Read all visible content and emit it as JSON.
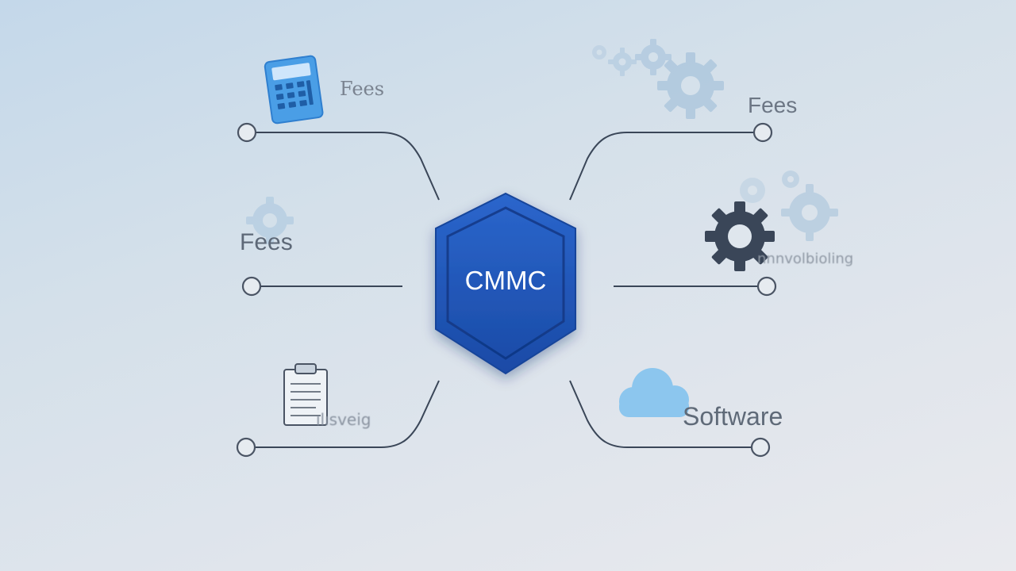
{
  "center": {
    "label": "CMMC"
  },
  "branches": {
    "top_left": {
      "label": "Fees",
      "icon": "calculator-icon"
    },
    "mid_left": {
      "label": "Fees",
      "icon": "gear-icon"
    },
    "bottom_left": {
      "label": "ılısveig",
      "icon": "clipboard-icon"
    },
    "top_right": {
      "label": "Fees",
      "icon": "gears-icon"
    },
    "mid_right": {
      "label": "nnnvolbioling",
      "icon": "gear-icon"
    },
    "bottom_right": {
      "label": "Software",
      "icon": "cloud-icon"
    }
  },
  "colors": {
    "hexagon_fill": "#1f56b8",
    "hexagon_edge": "#18449a",
    "connector": "#3a4658",
    "node_ring": "#4a5464",
    "label": "#6c7684",
    "cloud": "#8cc6ee",
    "calculator": "#4a9ee6",
    "gear_dark": "#3a4658",
    "gear_light": "#a9c4dc"
  }
}
